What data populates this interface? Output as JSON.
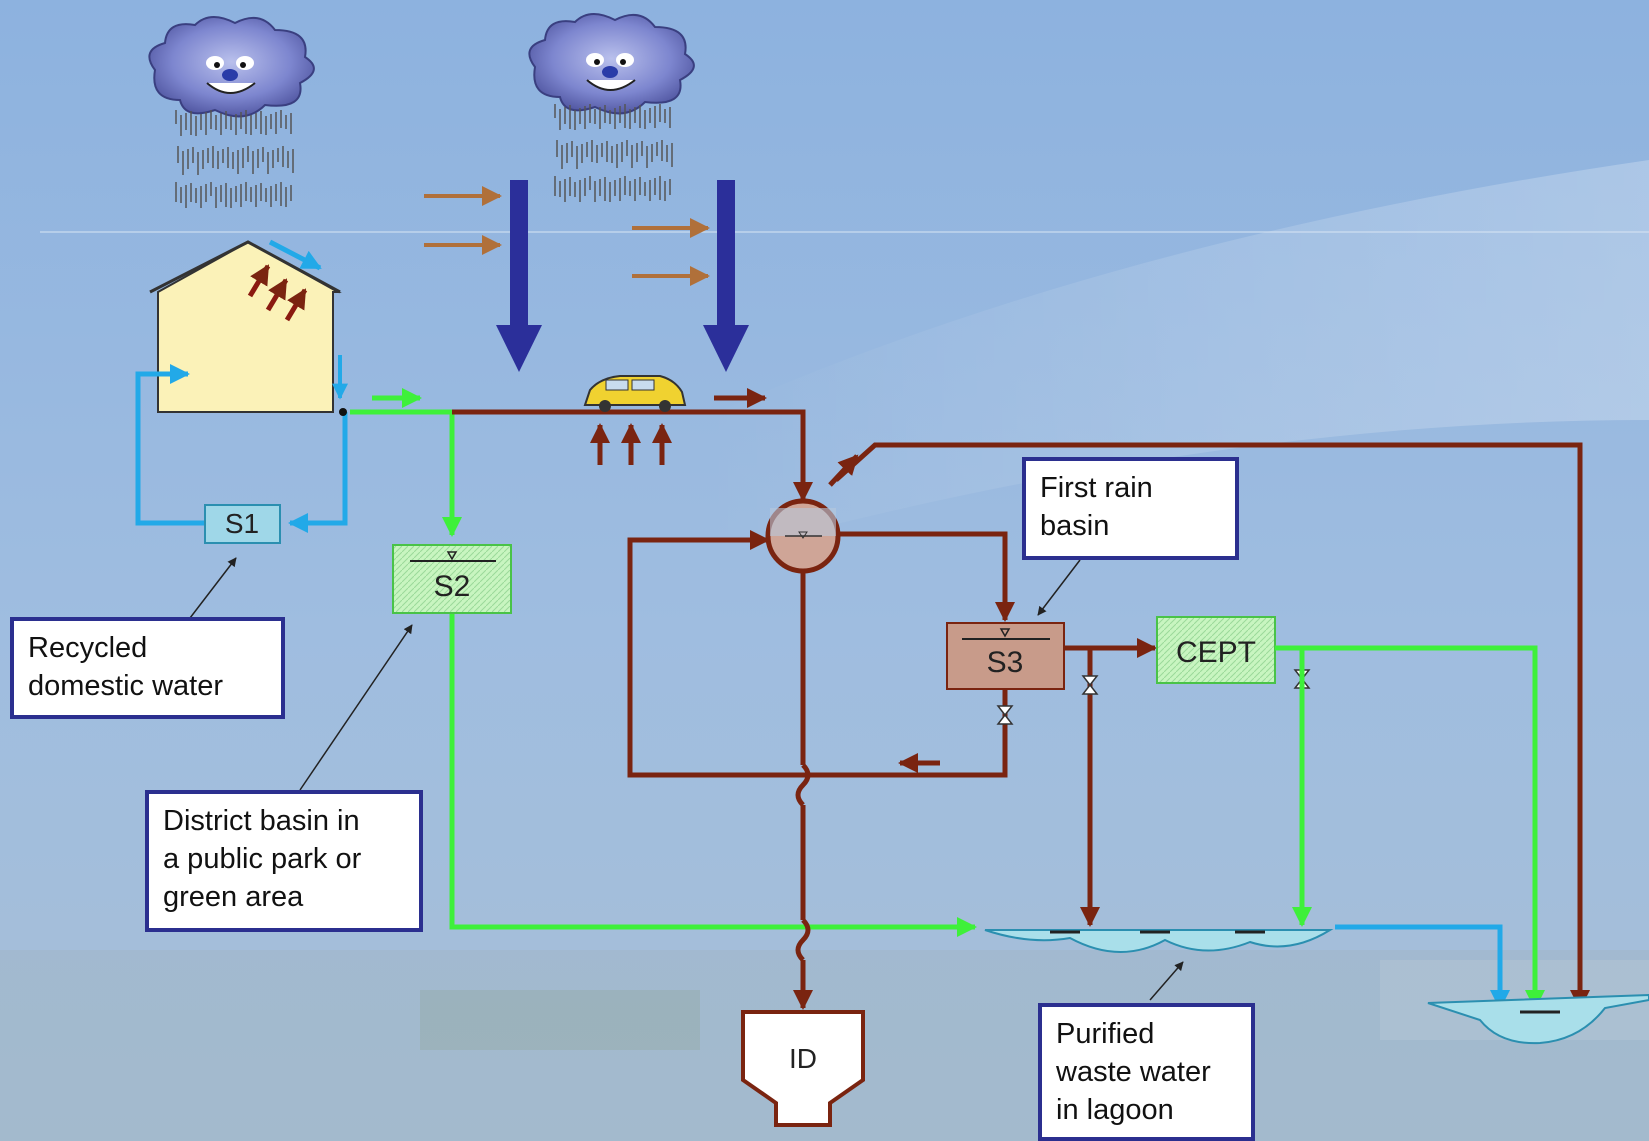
{
  "colors": {
    "bg_top": "#8fb4df",
    "bg_bottom": "#a9c2dd",
    "brown_pipe": "#7a2410",
    "green_pipe": "#3ef03a",
    "blue_pipe": "#22a9e8",
    "rain_arrow": "#2b2f9a",
    "wind_arrow": "#b0703a",
    "house": "#fbf2b8",
    "callout_border": "#2b2f8f"
  },
  "icons": [
    "storm-cloud-icon",
    "rain-icon",
    "house-icon",
    "car-icon",
    "valve-icon",
    "manhole-icon",
    "lagoon-icon",
    "river-icon"
  ],
  "units": {
    "s1": "S1",
    "s2": "S2",
    "s3": "S3",
    "cept": "CEPT",
    "id": "ID"
  },
  "callouts": {
    "recycled": [
      "Recycled",
      "domestic water"
    ],
    "district": [
      "District basin in",
      "a public park or",
      "green area"
    ],
    "first_rain": [
      "First rain",
      "basin"
    ],
    "purified": [
      "Purified",
      "waste water",
      "in lagoon"
    ]
  }
}
